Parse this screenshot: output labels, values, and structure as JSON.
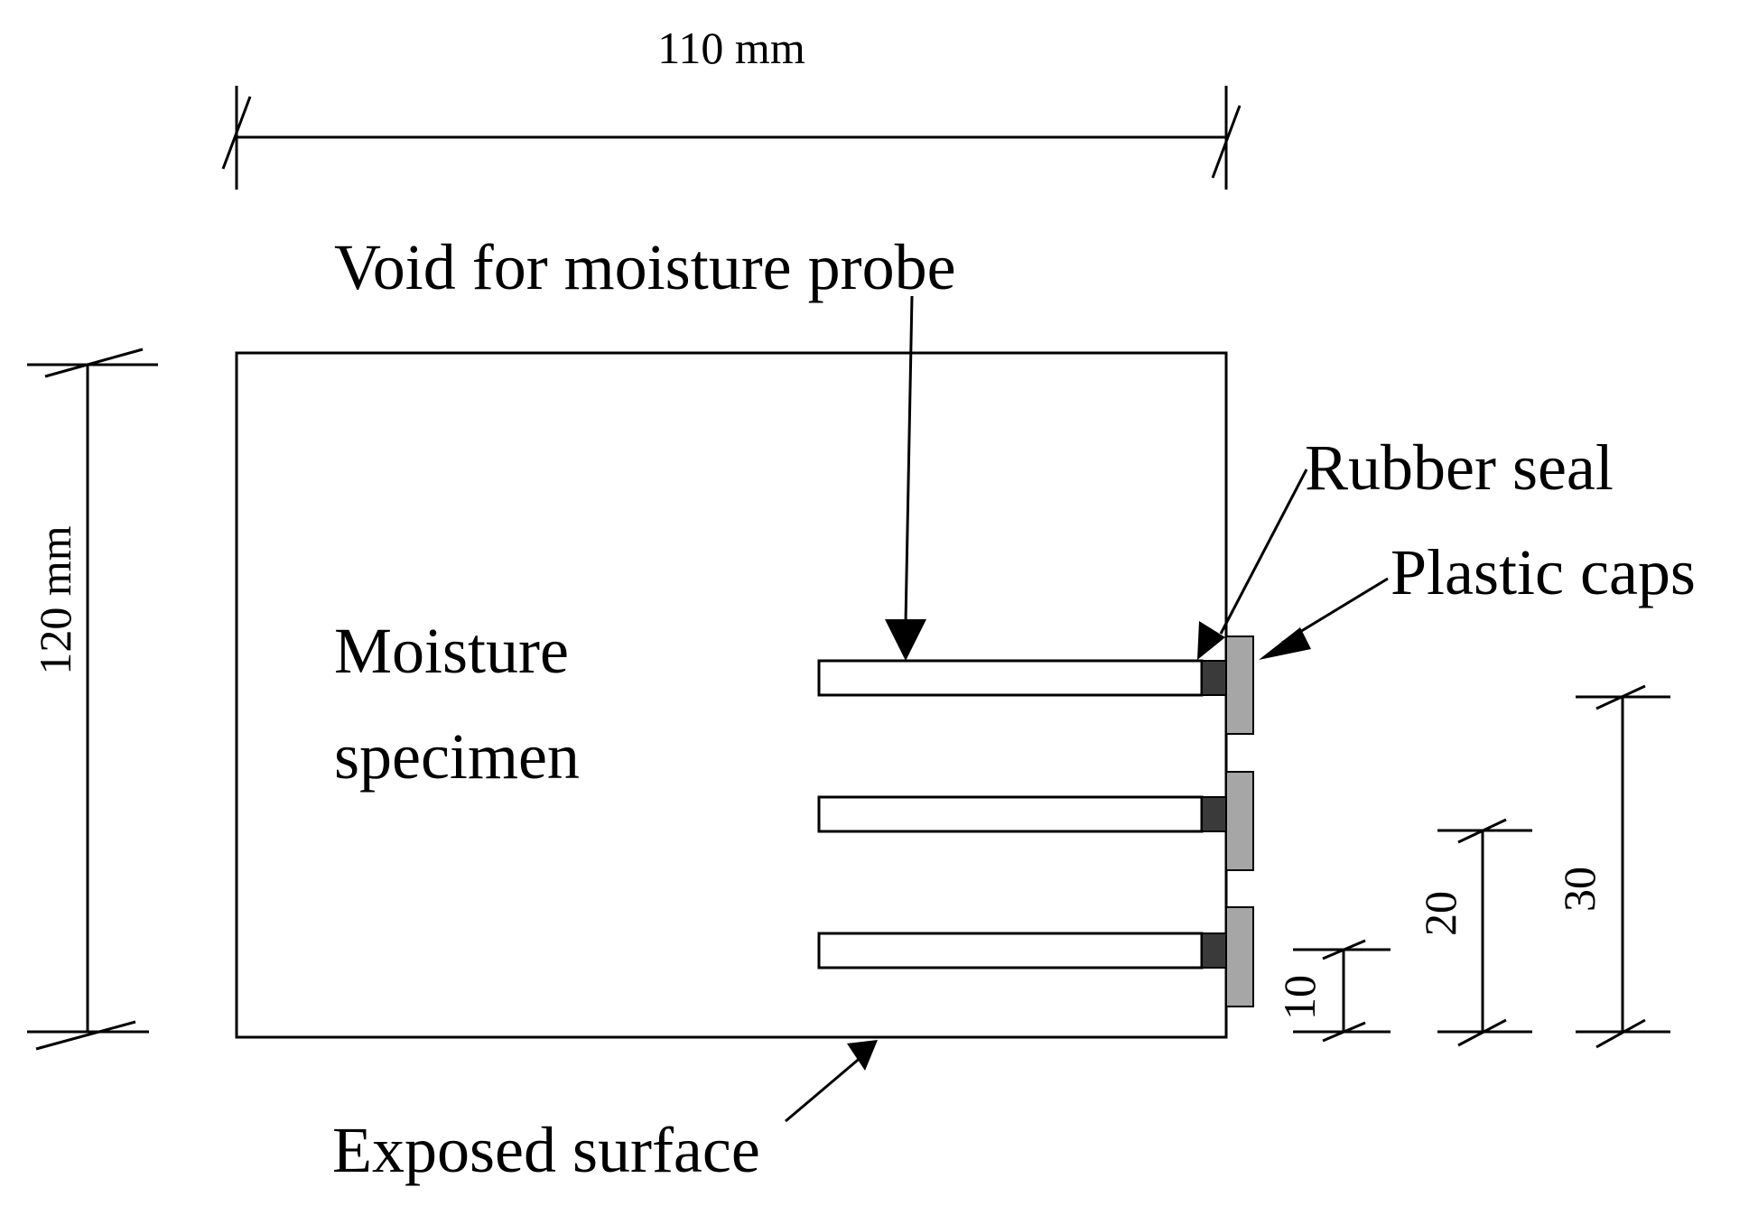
{
  "labels": {
    "width_dim": "110 mm",
    "height_dim": "120 mm",
    "void_label": "Void for moisture probe",
    "rubber_seal": "Rubber seal",
    "plastic_caps": "Plastic caps",
    "specimen_line1": "Moisture",
    "specimen_line2": "specimen",
    "exposed_surface": "Exposed surface",
    "depth_10": "10",
    "depth_20": "20",
    "depth_30": "30"
  },
  "colors": {
    "line": "#000000",
    "background": "#ffffff",
    "rubber_seal": "#3a3a3a",
    "plastic_cap": "#a6a6a6"
  }
}
